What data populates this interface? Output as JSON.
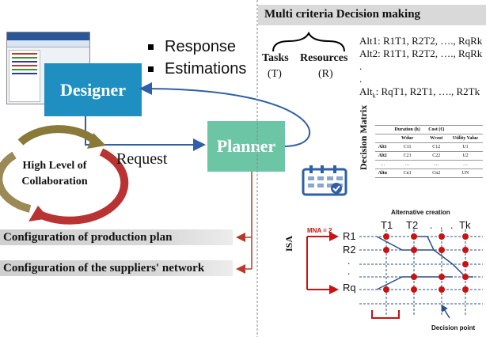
{
  "screenshot": {
    "alt": "Designer software window"
  },
  "bullets": [
    "Response",
    "Estimations"
  ],
  "designer": {
    "label": "Designer"
  },
  "planner": {
    "label": "Planner"
  },
  "request_label": "Request",
  "collaboration": {
    "line1": "High Level of",
    "line2": "Collaboration"
  },
  "config": {
    "production_plan": "Configuration of production plan",
    "suppliers_network": "Configuration of the suppliers' network"
  },
  "mcdm": {
    "title": "Multi criteria Decision making",
    "tasks": "Tasks",
    "tasks_sym": "(T)",
    "resources": "Resources",
    "resources_sym": "(R)",
    "alt1": "Alt1: R1T1, R2T2, …., RqRk",
    "alt2": "Alt2: R1T1, R2T2, …., RqRk",
    "dot1": ".",
    "dot2": ".",
    "altk_prefix": "Alt",
    "altk_sub": "k",
    "altk_rest": ": RqT1, R2T1, …., R2Tk"
  },
  "decision_matrix": {
    "label": "Decision Matrix",
    "headers": [
      "",
      "Duration (h)",
      "Cost (€)",
      ""
    ],
    "sub_headers": [
      "",
      "Wdur",
      "Wcost",
      "Utility Value"
    ],
    "rows": [
      [
        "Alt1",
        "C11",
        "C12",
        "U1"
      ],
      [
        "Alt2",
        "C21",
        "C22",
        "U2"
      ],
      [
        "…",
        "…",
        "…",
        "…"
      ],
      [
        "Altn",
        "Cn1",
        "Cn2",
        "UN"
      ]
    ]
  },
  "alt_creation": {
    "title": "Alternative creation",
    "isa": "ISA",
    "mna": "MNA = 2",
    "tasks": [
      "T1",
      "T2",
      ".",
      ".",
      ".",
      "Tk"
    ],
    "resources": [
      "R1",
      "R2",
      ".",
      ".",
      "Rq"
    ],
    "decision_point": "Decision point",
    "colors": {
      "red": "#cc1111",
      "blue": "#2b4f8a"
    }
  },
  "colors": {
    "designer": "#1e8fc0",
    "planner": "#6cc6a5",
    "arrow_red": "#b83a2c",
    "arrow_blue": "#2f5fa7"
  }
}
